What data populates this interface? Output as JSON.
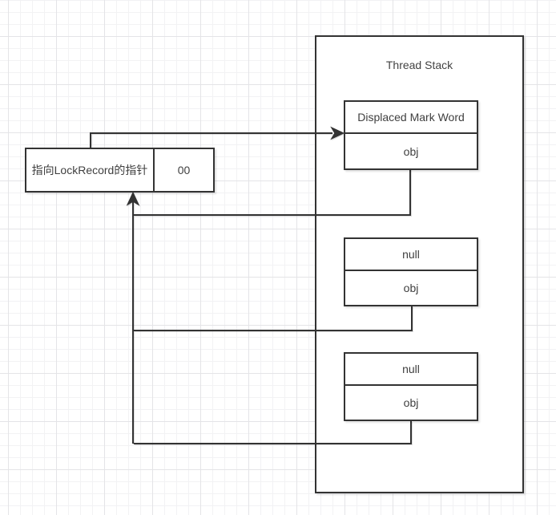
{
  "diagram": {
    "thread_stack": {
      "title": "Thread Stack",
      "frames": [
        {
          "slot1": "Displaced Mark Word",
          "slot2": "obj"
        },
        {
          "slot1": "null",
          "slot2": "obj"
        },
        {
          "slot1": "null",
          "slot2": "obj"
        }
      ]
    },
    "mark_word": {
      "pointer_label": "指向LockRecord的指针",
      "lock_flag": "00"
    },
    "colors": {
      "line": "#333333",
      "box_fill": "#ffffff",
      "text": "#3f3f3f",
      "grid_minor": "#f2f2f4",
      "grid_major": "#e4e4e7"
    }
  }
}
